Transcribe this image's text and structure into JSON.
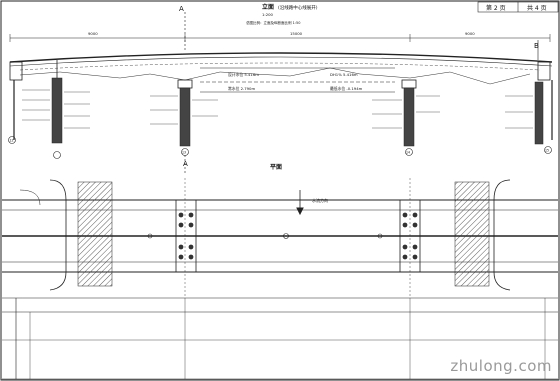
{
  "title_block": {
    "sheet_label": "第 2 页",
    "total_label": "共 4 页"
  },
  "elevation": {
    "title": "立面",
    "subtitle": "(沿线路中心线展开)",
    "scale": "1:200",
    "note": "总图比例：立面及纵断面比例 1:50"
  },
  "plan": {
    "title": "平面",
    "flow_label": "水流方向"
  },
  "sections": {
    "a": "A",
    "b": "B"
  },
  "piers": [
    "13",
    "14"
  ],
  "abutments": [
    "12",
    "15"
  ],
  "dims": {
    "span_left": "9000",
    "span_mid": "15000",
    "span_right": "9000"
  },
  "water_levels": {
    "design": "设计水位 5.416m",
    "normal": "常水位 2.790m",
    "highest": "DH1% 5.416m",
    "low": "最低水位 -0.194m"
  },
  "watermark": "zhulong.com"
}
